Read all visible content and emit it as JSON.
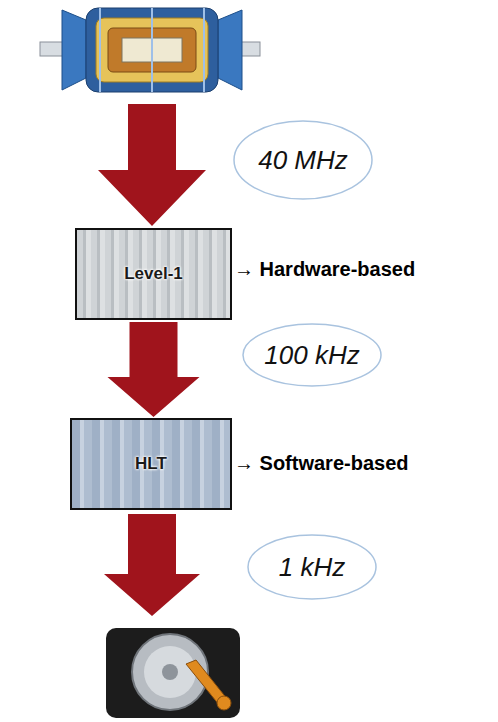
{
  "diagram": {
    "nodes": [
      {
        "text": [
          "40 MHz"
        ]
      },
      {
        "text": [
          "Level-1"
        ]
      },
      {
        "text": [
          "100 kHz"
        ]
      },
      {
        "text": [
          "HLT"
        ]
      },
      {
        "text": [
          "1 kHz"
        ]
      }
    ],
    "edges": [
      {
        "from": 1,
        "to": 3,
        "arrow": "to"
      }
    ],
    "labels": [
      "→ Hardware-based",
      "→ Software-based"
    ]
  }
}
